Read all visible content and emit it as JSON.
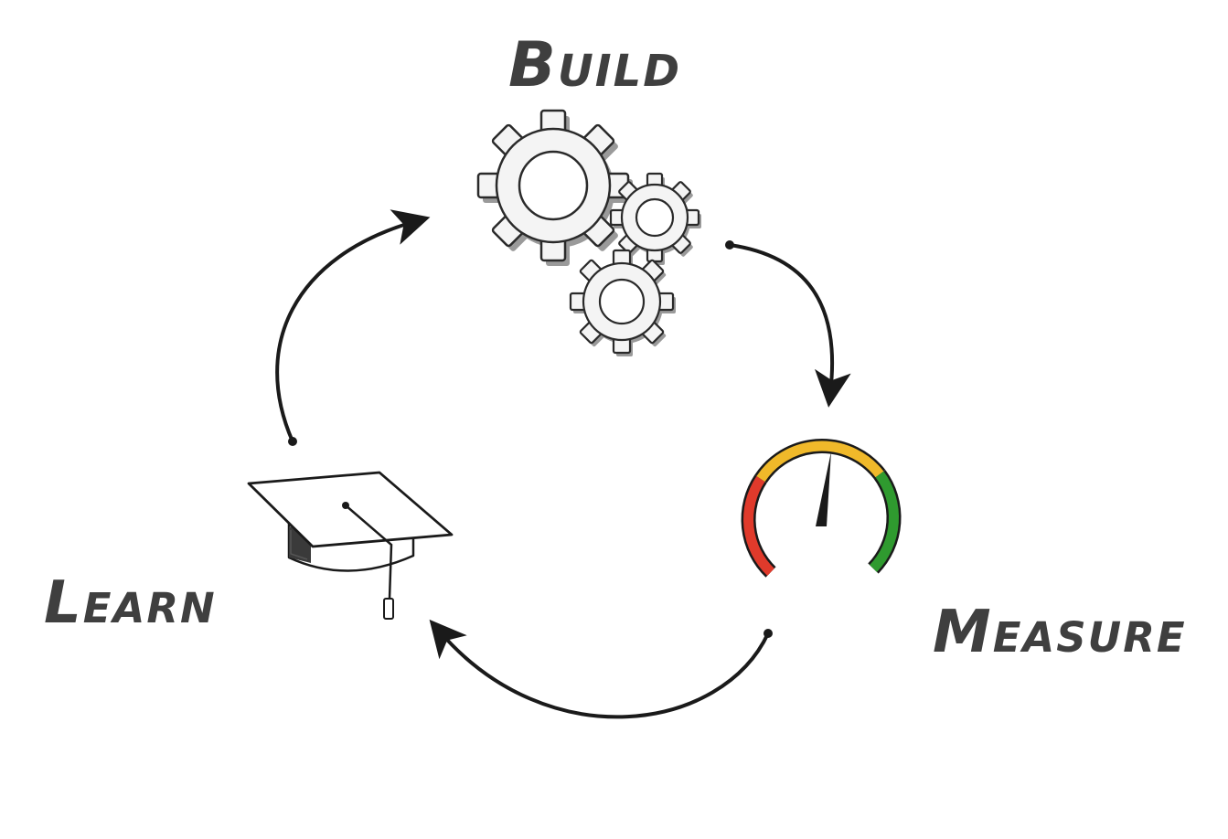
{
  "cycle": {
    "stages": [
      {
        "key": "build",
        "label": "Build",
        "icon": "gears-icon"
      },
      {
        "key": "measure",
        "label": "Measure",
        "icon": "gauge-icon"
      },
      {
        "key": "learn",
        "label": "Learn",
        "icon": "graduation-cap-icon"
      }
    ],
    "flow": [
      "build",
      "measure",
      "learn",
      "build"
    ]
  },
  "colors": {
    "label": "#3f3f3f",
    "stroke": "#1a1a1a",
    "gear_fill": "#f2f2f2",
    "gear_shadow": "#9a9a9a",
    "gauge_red": "#e03a2b",
    "gauge_yellow": "#f0b92a",
    "gauge_green": "#2f9a2f"
  }
}
